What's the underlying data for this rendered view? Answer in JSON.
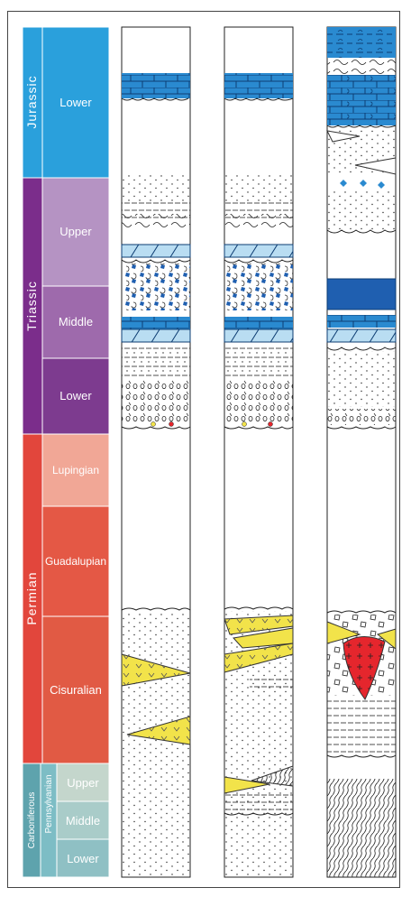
{
  "periods": [
    {
      "name": "Jurassic",
      "color": "#2aa0dc"
    },
    {
      "name": "Triassic",
      "color": "#7b2d8b"
    },
    {
      "name": "Permian",
      "color": "#e2463c"
    },
    {
      "name": "Carboniferous",
      "color": "#5ea3ad"
    }
  ],
  "sub_period": {
    "name": "Pennsylvanian",
    "color": "#7dbdc5"
  },
  "epochs": [
    {
      "name": "Lower",
      "period": "Jurassic",
      "color": "#2aa0dc"
    },
    {
      "name": "Upper",
      "period": "Triassic",
      "color": "#b593c3"
    },
    {
      "name": "Middle",
      "period": "Triassic",
      "color": "#9e6aac"
    },
    {
      "name": "Lower",
      "period": "Triassic",
      "color": "#7d3b8f"
    },
    {
      "name": "Lupingian",
      "period": "Permian",
      "color": "#f1a796"
    },
    {
      "name": "Guadalupian",
      "period": "Permian",
      "color": "#e45845"
    },
    {
      "name": "Cisuralian",
      "period": "Permian",
      "color": "#e15a44"
    },
    {
      "name": "Upper",
      "period": "Carboniferous",
      "color": "#c4d6cc"
    },
    {
      "name": "Middle",
      "period": "Carboniferous",
      "color": "#a9ccc9"
    },
    {
      "name": "Lower",
      "period": "Carboniferous",
      "color": "#8fc0c4"
    }
  ],
  "colors": {
    "limestone": "#2a8ad0",
    "dolomite": "#b9ddf2",
    "volcanic": "#f2e34a",
    "intrusion": "#e5262d",
    "dark_limestone": "#1f5fb0"
  }
}
